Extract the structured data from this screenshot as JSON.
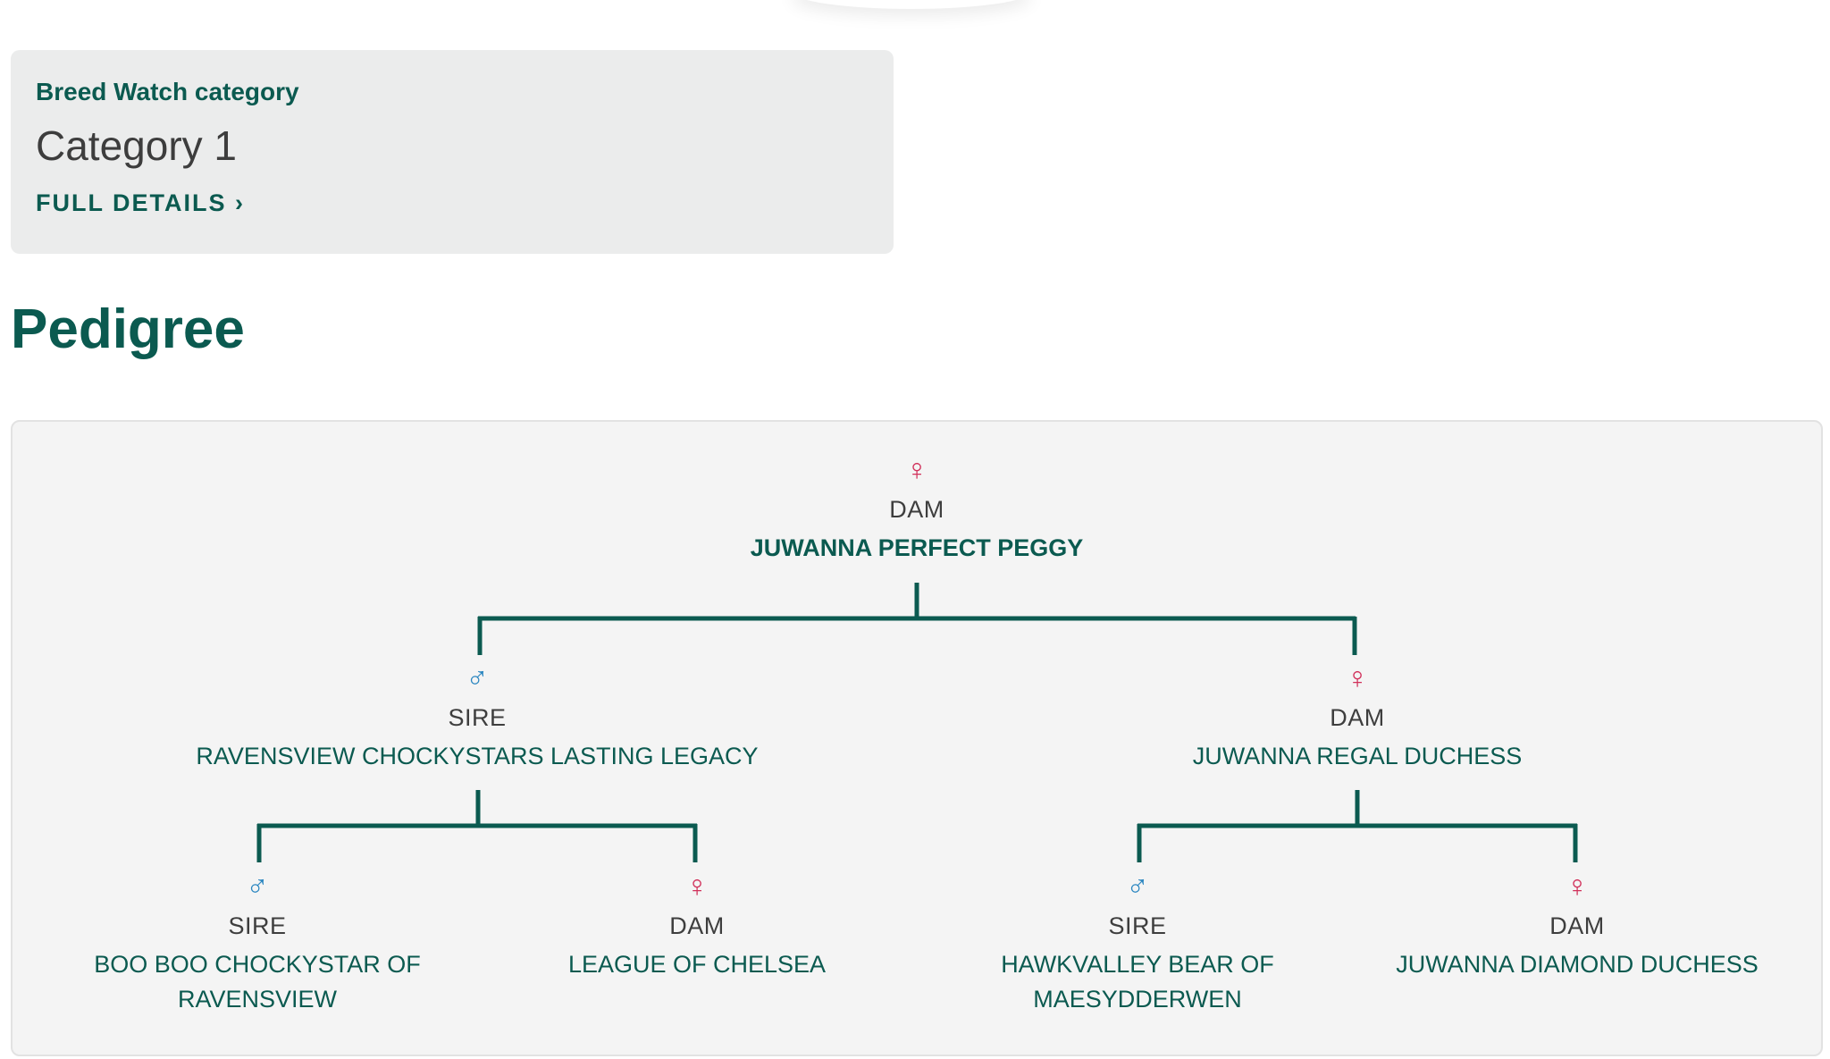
{
  "breed_watch": {
    "label": "Breed Watch category",
    "value": "Category 1",
    "link_label": "FULL DETAILS ›"
  },
  "pedigree": {
    "title": "Pedigree",
    "root": {
      "symbol": "♀",
      "role": "DAM",
      "name": "JUWANNA PERFECT PEGGY"
    },
    "parents": [
      {
        "symbol": "♂",
        "role": "SIRE",
        "name": "RAVENSVIEW CHOCKYSTARS LASTING LEGACY"
      },
      {
        "symbol": "♀",
        "role": "DAM",
        "name": "JUWANNA REGAL DUCHESS"
      }
    ],
    "grandparents": [
      {
        "symbol": "♂",
        "role": "SIRE",
        "name": "BOO BOO CHOCKYSTAR OF RAVENSVIEW"
      },
      {
        "symbol": "♀",
        "role": "DAM",
        "name": "LEAGUE OF CHELSEA"
      },
      {
        "symbol": "♂",
        "role": "SIRE",
        "name": "HAWKVALLEY BEAR OF MAESYDDERWEN"
      },
      {
        "symbol": "♀",
        "role": "DAM",
        "name": "JUWANNA DIAMOND DUCHESS"
      }
    ]
  },
  "colors": {
    "brand_green": "#0b5a50",
    "female": "#d1305a",
    "male": "#2a86c0",
    "card_bg": "#ebecec",
    "panel_bg": "#f4f4f4"
  }
}
